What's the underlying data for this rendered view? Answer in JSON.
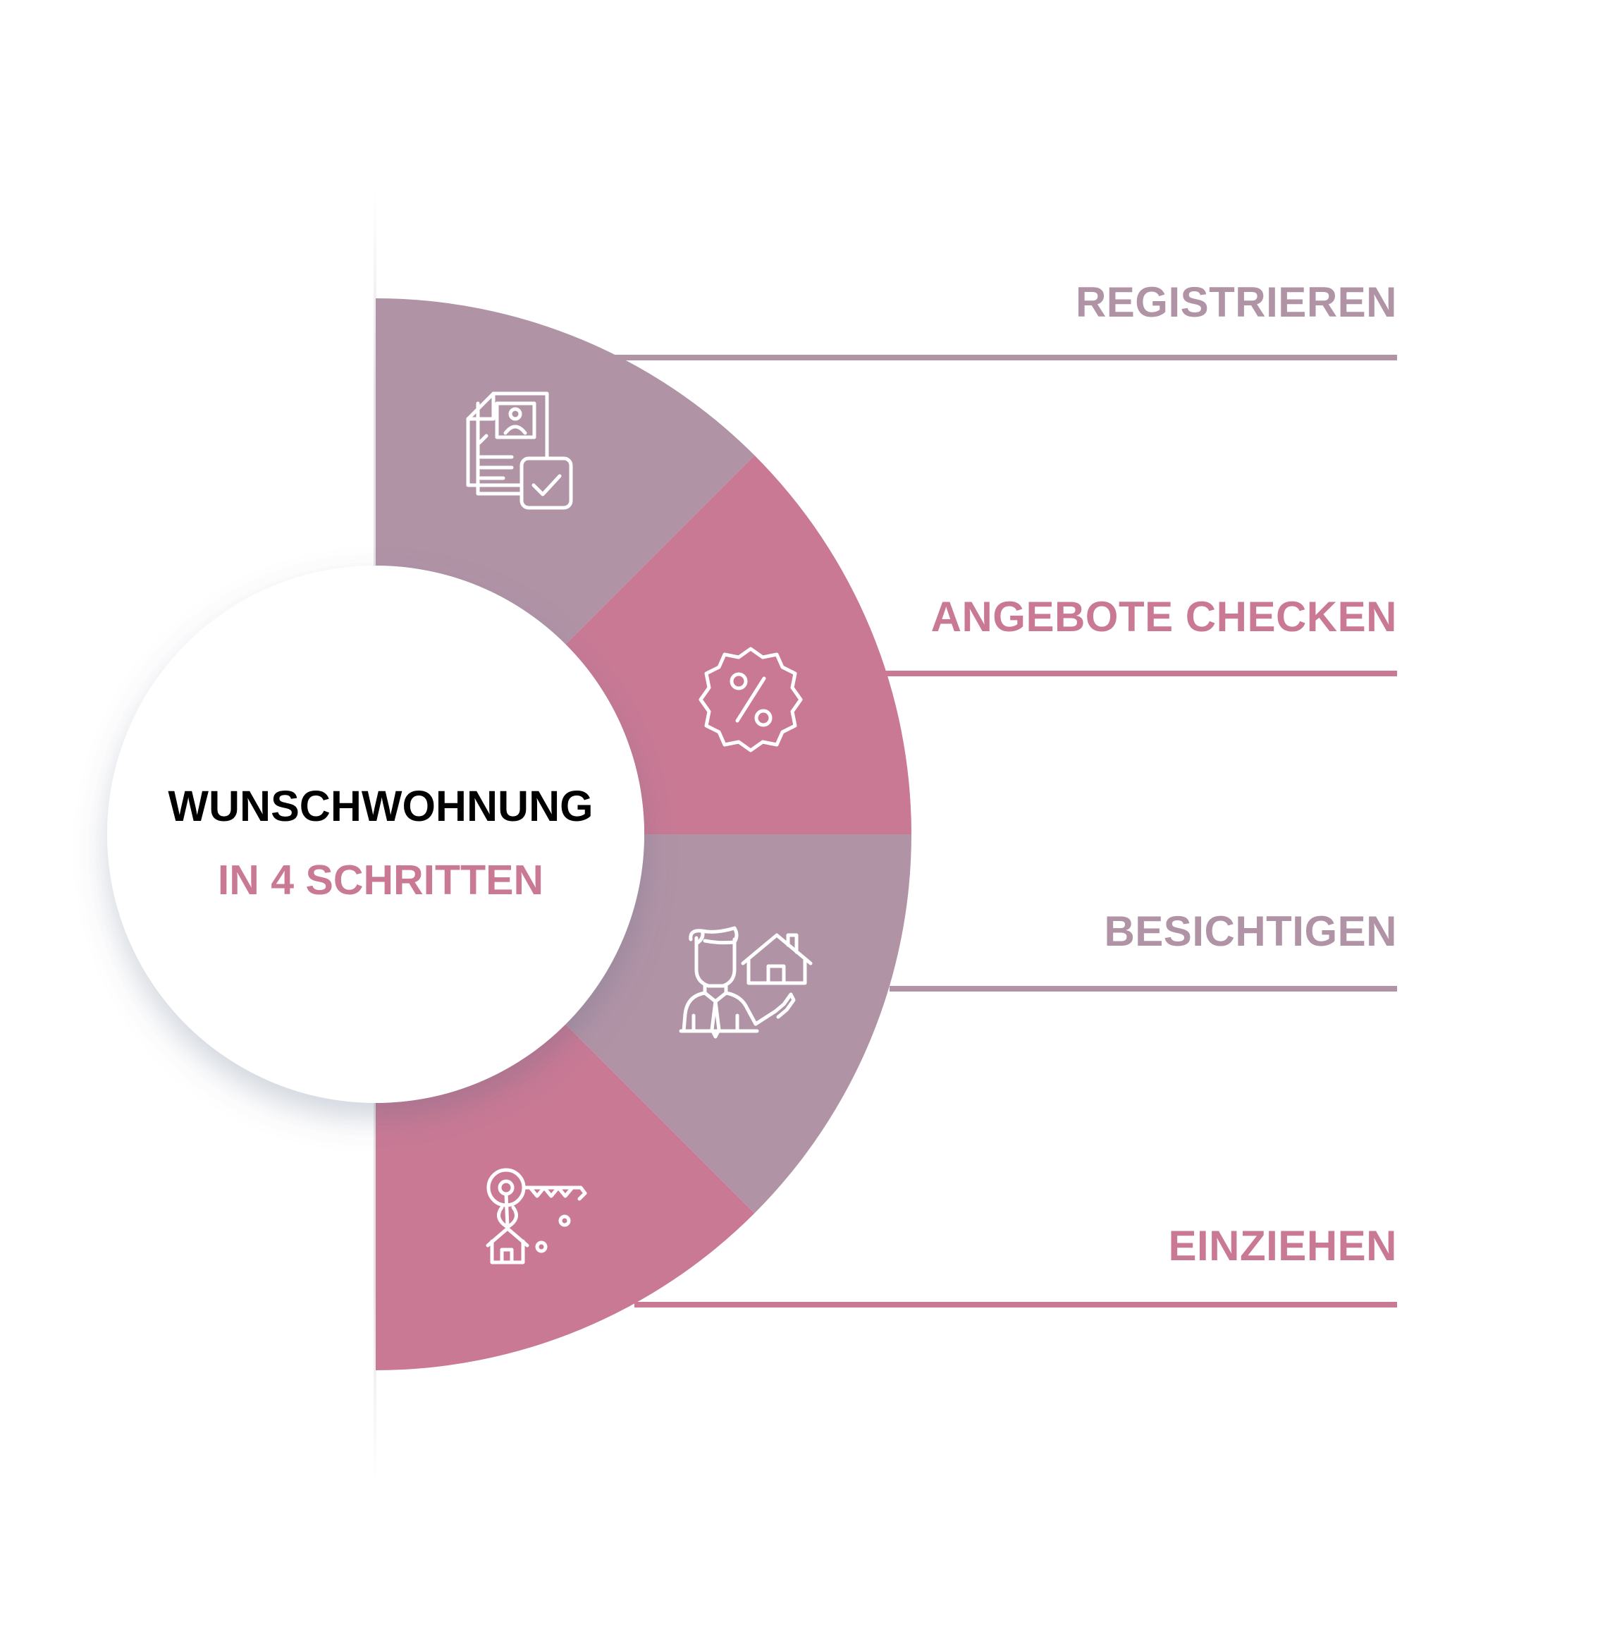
{
  "colors": {
    "mauve": "#B193A6",
    "rose": "#C97994",
    "title": "#000000",
    "icon": "#FFFFFF"
  },
  "center": {
    "title": "WUNSCHWOHNUNG",
    "subtitle": "IN 4 SCHRITTEN"
  },
  "steps": [
    {
      "label": "REGISTRIEREN",
      "icon": "document-check-icon",
      "color": "#B193A6"
    },
    {
      "label": "ANGEBOTE CHECKEN",
      "icon": "percent-badge-icon",
      "color": "#C97994"
    },
    {
      "label": "BESICHTIGEN",
      "icon": "agent-house-icon",
      "color": "#B193A6"
    },
    {
      "label": "EINZIEHEN",
      "icon": "house-key-icon",
      "color": "#C97994"
    }
  ]
}
